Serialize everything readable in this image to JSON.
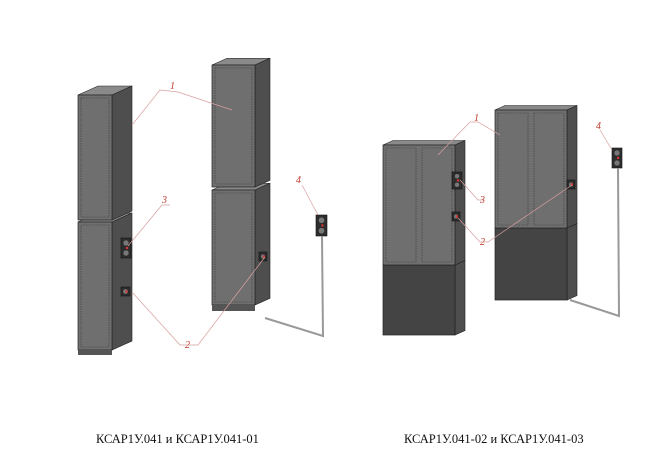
{
  "figure": {
    "captions": {
      "left": "КСАР1У.041 и КСАР1У.041-01",
      "right": "КСАР1У.041-02 и КСАР1У.041-03"
    },
    "callouts": [
      "1",
      "2",
      "3",
      "4"
    ]
  },
  "colors": {
    "cabinet_front": "#6f6f6f",
    "cabinet_side": "#4e4e4e",
    "cabinet_top": "#8a8a8a",
    "plinth": "#444444",
    "leader_line": "#d9a0a0",
    "callout_text": "#c0392b"
  }
}
